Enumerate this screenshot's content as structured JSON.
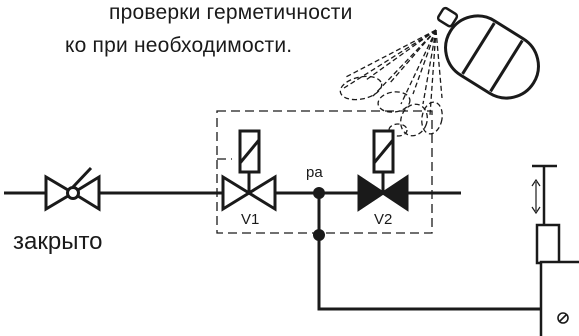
{
  "header": {
    "line_1": "проверки герметичности",
    "line_2": "ко при необходимости."
  },
  "diagram": {
    "closed_label": "закрыто",
    "valve_1_label": "V1",
    "valve_2_label": "V2",
    "pressure_label": "pa"
  },
  "colors": {
    "line": "#1a1a1a",
    "background": "#ffffff"
  }
}
